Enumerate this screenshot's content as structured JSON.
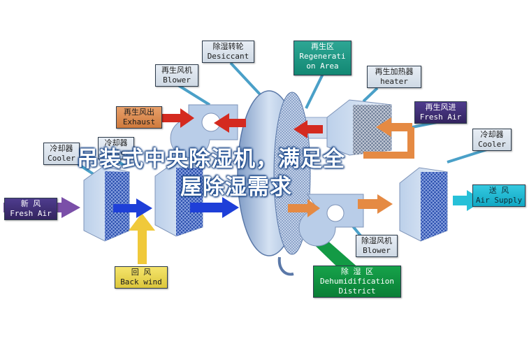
{
  "labels": {
    "desiccant_wheel": {
      "cn": "除湿转轮",
      "en": "Desiccant"
    },
    "regeneration_area": {
      "cn": "再生区",
      "en1": "Regenerati",
      "en2": "on Area"
    },
    "regen_blower": {
      "cn": "再生风机",
      "en": "Blower"
    },
    "regen_heater": {
      "cn": "再生加热器",
      "en": "heater"
    },
    "exhaust": {
      "cn": "再生风出",
      "en": "Exhaust"
    },
    "fresh_air_in": {
      "cn": "再生风进",
      "en": "Fresh Air"
    },
    "cooler_left": {
      "cn": "冷却器",
      "en": "Cooler"
    },
    "cooler_mid": {
      "cn": "冷却器",
      "en": "Cooler"
    },
    "cooler_right": {
      "cn": "冷却器",
      "en": "Cooler"
    },
    "new_fresh_air": {
      "cn": "新    风",
      "en": "Fresh Air"
    },
    "return_air": {
      "cn": "回    风",
      "en": "Back wind"
    },
    "air_supply": {
      "cn": "送  风",
      "en": "Air Supply"
    },
    "dehum_blower": {
      "cn": "除湿风机",
      "en": "Blower"
    },
    "dehum_district": {
      "cn": "除    湿    区",
      "en1": "Dehumidification",
      "en2": "District"
    }
  },
  "overlay": {
    "line1": "吊装式中央除湿机，满足全",
    "line2": "屋除湿需求"
  },
  "colors": {
    "dry_arrow": "#1e3fd8",
    "fresh_arrow": "#7a4fa8",
    "return_arrow": "#f0c93a",
    "exhaust_arrow": "#d42a1f",
    "hot_arrow": "#e58a43",
    "supply_arrow": "#27c0d8",
    "wheel": "#b9cde8",
    "callout": "#4aa0c8",
    "green": "#139a45"
  }
}
